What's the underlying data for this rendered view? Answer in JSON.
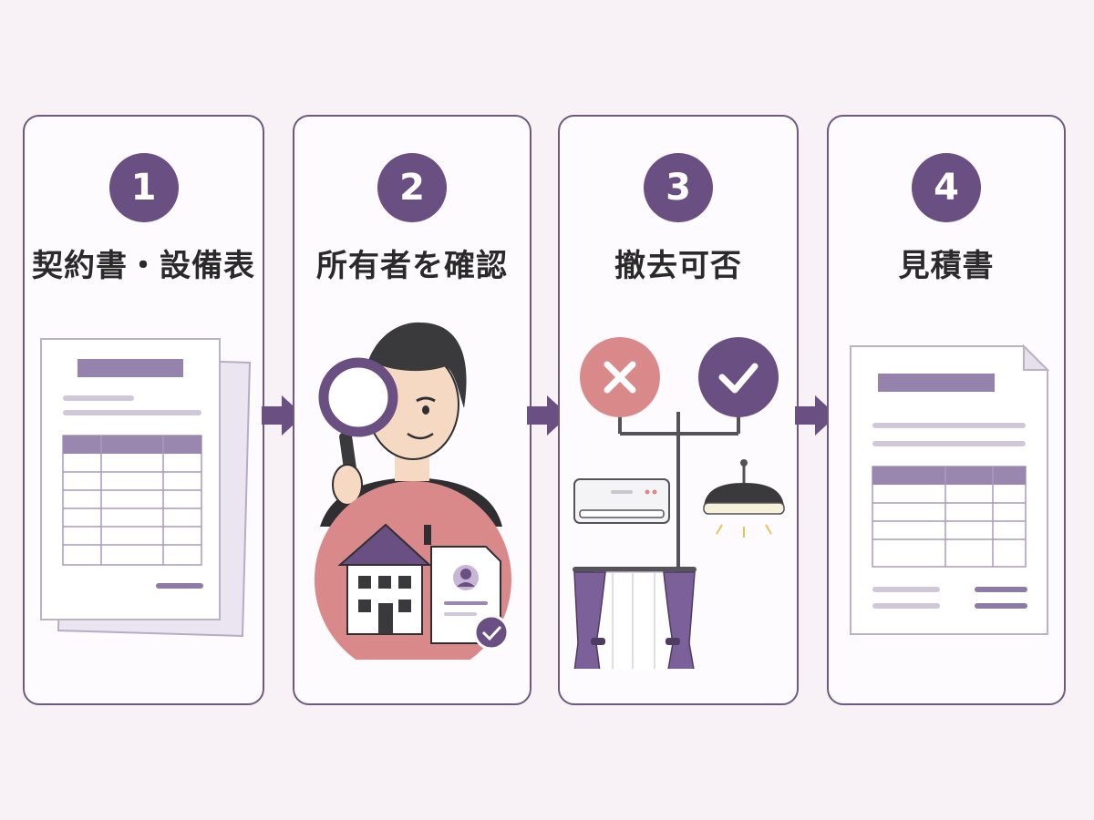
{
  "steps": [
    {
      "number": "1",
      "title": "契約書・設備表"
    },
    {
      "number": "2",
      "title": "所有者を確認"
    },
    {
      "number": "3",
      "title": "撤去可否"
    },
    {
      "number": "4",
      "title": "見積書"
    }
  ],
  "colors": {
    "accent": "#6a4f83",
    "lavender": "#9c87b3",
    "line": "#c7bdd2",
    "salmon": "#d9898a",
    "background": "#f8f2f7",
    "card_border": "#6d5a7e"
  },
  "icons": [
    "document-stack-icon",
    "magnifying-glass-icon",
    "person-icon",
    "house-icon",
    "profile-document-icon",
    "check-icon",
    "cross-icon",
    "air-conditioner-icon",
    "ceiling-light-icon",
    "curtain-icon",
    "quotation-document-icon",
    "arrow-right-icon"
  ]
}
